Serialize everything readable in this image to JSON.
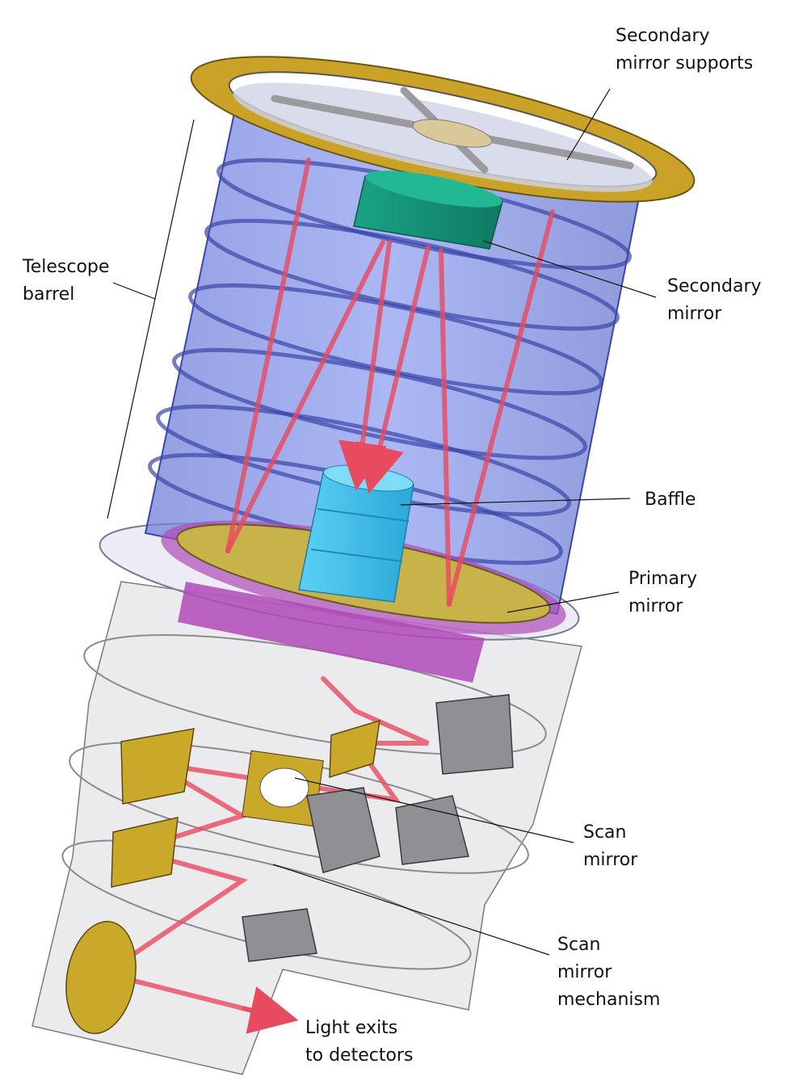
{
  "labels": {
    "secondary_supports": [
      "Secondary",
      "mirror supports"
    ],
    "telescope_barrel": [
      "Telescope",
      "barrel"
    ],
    "secondary_mirror": [
      "Secondary",
      "mirror"
    ],
    "baffle": [
      "Baffle"
    ],
    "primary_mirror": [
      "Primary",
      "mirror"
    ],
    "scan_mirror": [
      "Scan",
      "mirror"
    ],
    "scan_mechanism": [
      "Scan",
      "mirror",
      "mechanism"
    ],
    "light_exit": [
      "Light exits",
      "to detectors"
    ]
  },
  "colors": {
    "barrel_fill": "#7f8fe6",
    "barrel_edge": "#3a46a8",
    "top_ring": "#c9a227",
    "secondary_mirror": "#1aa385",
    "baffle": "#36b8e6",
    "primary_mirror": "#c8b24a",
    "mount_ring": "#b04ab8",
    "ray": "#e84a5f",
    "housing": "#d8d8dc",
    "gold_mirror": "#c9a82a"
  }
}
